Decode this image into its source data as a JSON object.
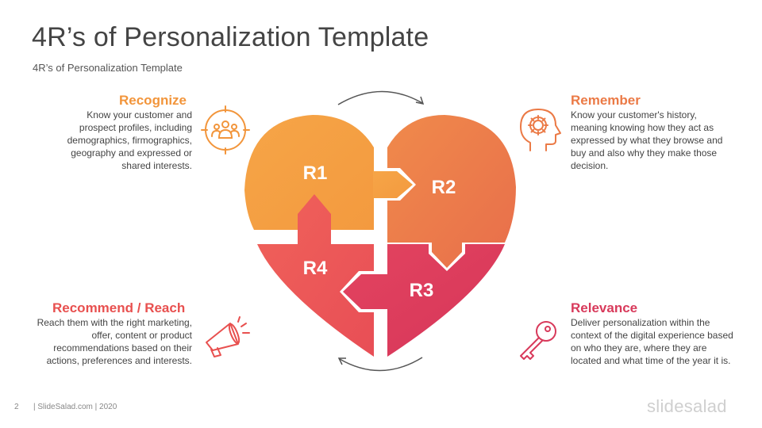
{
  "header": {
    "title": "4R’s of Personalization Template",
    "subtitle": "4R’s of Personalization Template"
  },
  "colors": {
    "r1": "#f6a044",
    "r2": "#ee7e4a",
    "r3": "#dd3d5e",
    "r4": "#ee5a57",
    "recognize": "#f2953b",
    "remember": "#eb7a46",
    "recommend": "#e8504f",
    "relevance": "#d83a5b"
  },
  "diagram": {
    "pieces": [
      {
        "label": "R1",
        "icon": "puzzle-piece"
      },
      {
        "label": "R2",
        "icon": "puzzle-piece"
      },
      {
        "label": "R3",
        "icon": "puzzle-piece"
      },
      {
        "label": "R4",
        "icon": "puzzle-piece"
      }
    ]
  },
  "sections": {
    "recognize": {
      "heading": "Recognize",
      "text": "Know your customer and prospect profiles, including demographics, firmographics, geography and expressed or shared interests.",
      "icon": "users-target-icon"
    },
    "remember": {
      "heading": "Remember",
      "text": "Know your customer's history, meaning knowing how they act as expressed by what they browse and buy and also why they make those decision.",
      "icon": "head-gear-icon"
    },
    "recommend": {
      "heading": "Recommend / Reach",
      "text": "Reach them with the right marketing, offer, content or product recommendations based on their actions, preferences and interests.",
      "icon": "megaphone-icon"
    },
    "relevance": {
      "heading": "Relevance",
      "text": "Deliver personalization within the context of the digital experience based on who they are, where they are located and what time of the year it is.",
      "icon": "key-icon"
    }
  },
  "footer": {
    "page": "2",
    "text": "| SlideSalad.com | 2020",
    "brand": "slidesalad"
  }
}
